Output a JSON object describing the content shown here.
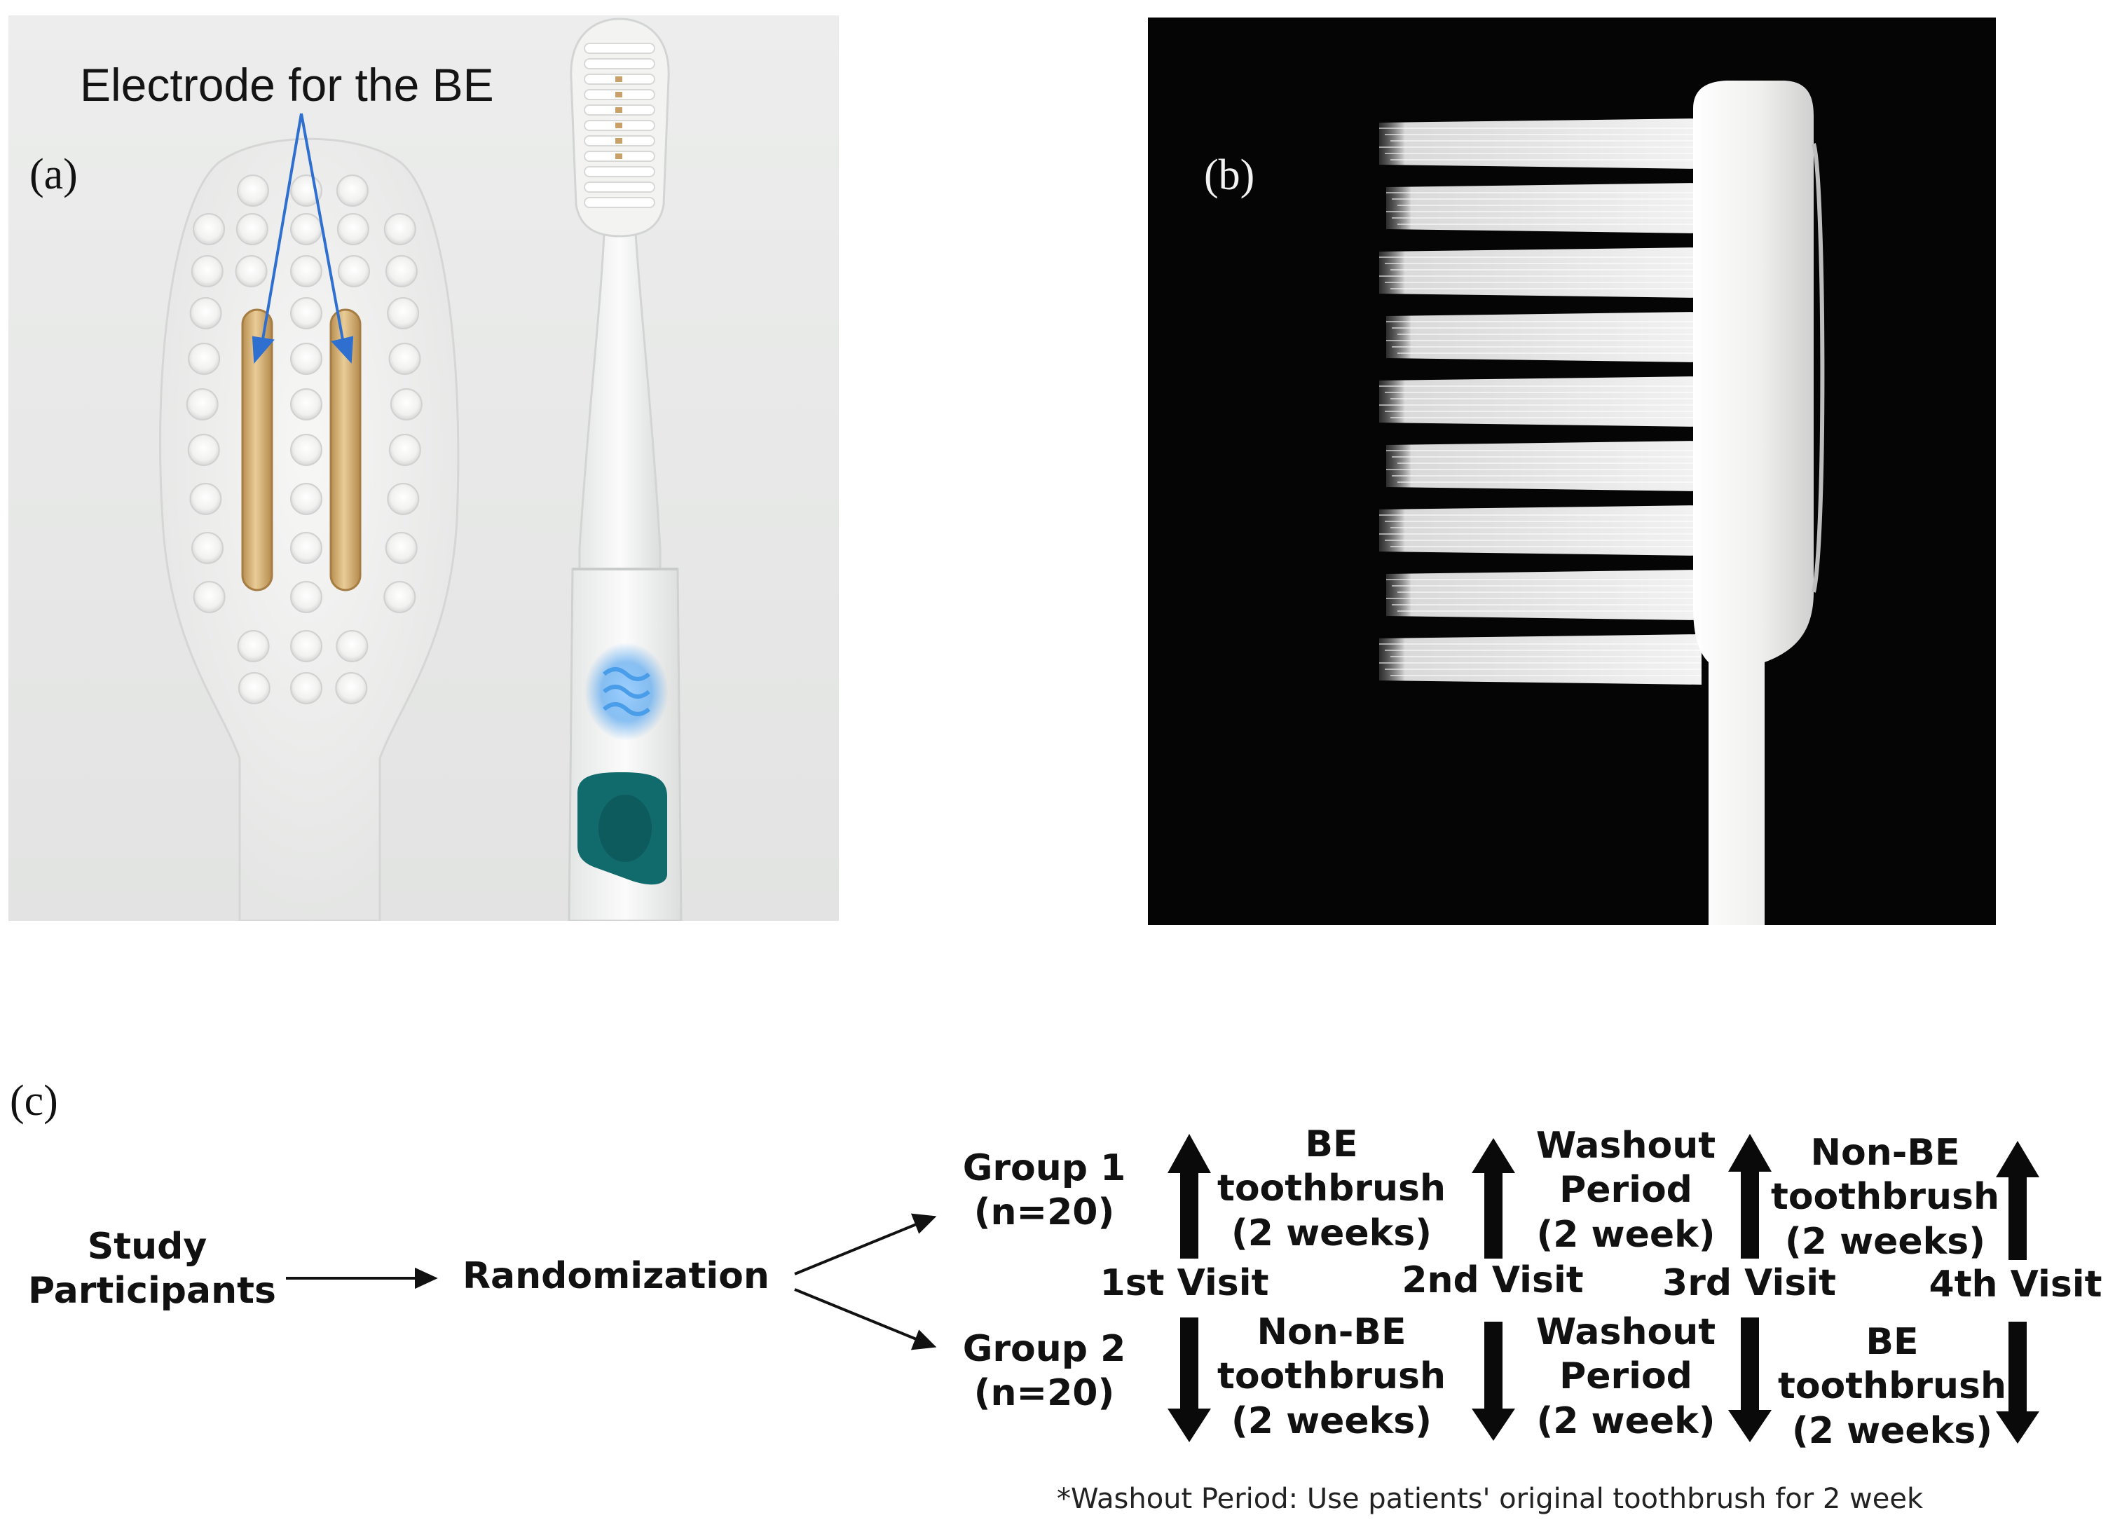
{
  "panel_a": {
    "label": "(a)",
    "callout": "Electrode for the BE"
  },
  "panel_b": {
    "label": "(b)"
  },
  "panel_c": {
    "label": "(c)",
    "start": "Study\nParticipants",
    "randomization": "Randomization",
    "groups": [
      {
        "name": "Group 1\n(n=20)",
        "periods": [
          "BE\ntoothbrush\n(2 weeks)",
          "Washout\nPeriod\n(2 week)",
          "Non-BE\ntoothbrush\n(2 weeks)"
        ]
      },
      {
        "name": "Group 2\n(n=20)",
        "periods": [
          "Non-BE\ntoothbrush\n(2 weeks)",
          "Washout\nPeriod\n(2 week)",
          "BE\ntoothbrush\n(2 weeks)"
        ]
      }
    ],
    "visits": [
      "1st Visit",
      "2nd Visit",
      "3rd Visit",
      "4th Visit"
    ],
    "footnote": "*Washout Period: Use patients' original toothbrush for 2 week"
  },
  "colors": {
    "electrode_gold": "#d8b37a",
    "callout_arrow": "#2f6fd0",
    "handle_teal": "#116a6c",
    "led_blue": "#5aa8f0",
    "panel_b_background": "#050505"
  }
}
